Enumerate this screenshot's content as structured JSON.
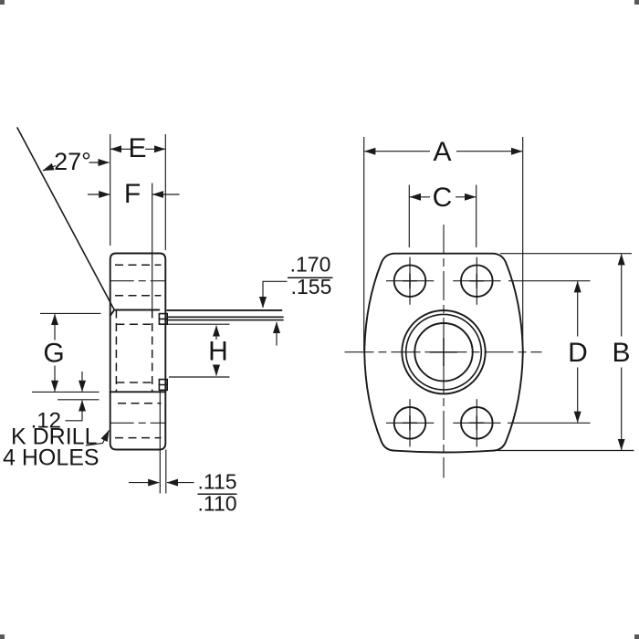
{
  "drawing": {
    "background": "#ffffff",
    "line_color": "#1a1a1a",
    "side_view": {
      "angle_label": "27°",
      "dim_e_label": "E",
      "dim_f_label": "F",
      "dim_g_label": "G",
      "dim_h_label": "H",
      "step_dim": ".12",
      "drill_note_line1": "K DRILL",
      "drill_note_line2": "4 HOLES",
      "plate_thickness_max": ".170",
      "plate_thickness_min": ".155",
      "pilot_height_max": ".115",
      "pilot_height_min": ".110"
    },
    "front_view": {
      "dim_a_label": "A",
      "dim_b_label": "B",
      "dim_c_label": "C",
      "dim_d_label": "D"
    }
  }
}
